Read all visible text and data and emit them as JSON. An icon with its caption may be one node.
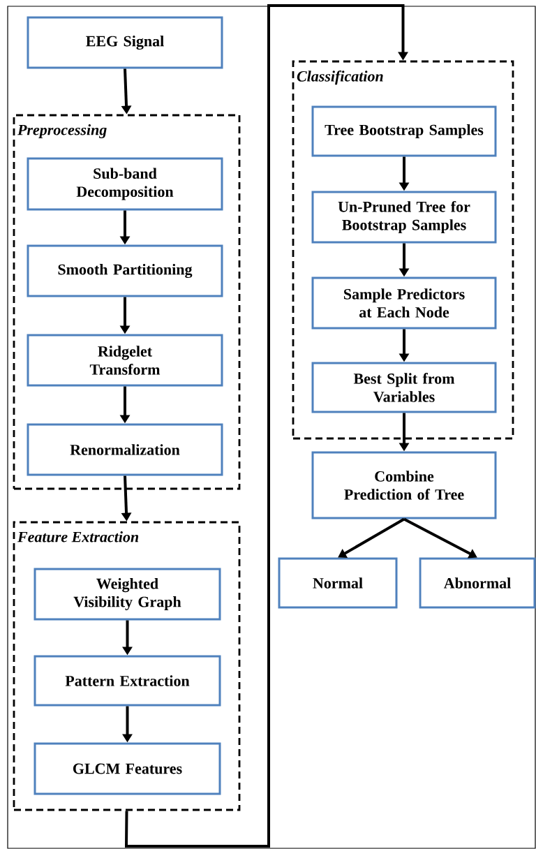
{
  "diagram": {
    "nodes": [
      {
        "text": [
          "EEG Signal"
        ]
      },
      {
        "text": [
          "Preprocessing"
        ]
      },
      {
        "text": [
          "Sub-band Decomposition"
        ],
        "in": 1
      },
      {
        "text": [
          "Smooth Partitioning"
        ],
        "in": 1
      },
      {
        "text": [
          "Ridgelet Transform"
        ],
        "in": 1
      },
      {
        "text": [
          "Renormalization"
        ],
        "in": 1
      },
      {
        "text": [
          "Feature Extraction"
        ]
      },
      {
        "text": [
          "Weighted Visibility Graph"
        ],
        "in": 6
      },
      {
        "text": [
          "Pattern Extraction"
        ],
        "in": 6
      },
      {
        "text": [
          "GLCM Features"
        ],
        "in": 6
      },
      {
        "text": [
          "Classification"
        ]
      },
      {
        "text": [
          "Tree Bootstrap Samples"
        ],
        "in": 10
      },
      {
        "text": [
          "Un-Pruned Tree for Bootstrap Samples"
        ],
        "in": 10
      },
      {
        "text": [
          "Sample Predictors at Each Node"
        ],
        "in": 10
      },
      {
        "text": [
          "Best Split from Variables"
        ],
        "in": 10
      },
      {
        "text": [
          "Combine Prediction of Tree"
        ]
      },
      {
        "text": [
          "Normal"
        ]
      },
      {
        "text": [
          "Abnormal"
        ]
      }
    ],
    "edges": [
      {
        "from": 0,
        "to": 1,
        "arrow": "to"
      },
      {
        "from": 2,
        "to": 3,
        "arrow": "to"
      },
      {
        "from": 3,
        "to": 4,
        "arrow": "to"
      },
      {
        "from": 4,
        "to": 5,
        "arrow": "to"
      },
      {
        "from": 5,
        "to": 6,
        "arrow": "to"
      },
      {
        "from": 7,
        "to": 8,
        "arrow": "to"
      },
      {
        "from": 8,
        "to": 9,
        "arrow": "to"
      },
      {
        "from": 6,
        "to": 10,
        "arrow": "to"
      },
      {
        "from": 11,
        "to": 12,
        "arrow": "to"
      },
      {
        "from": 12,
        "to": 13,
        "arrow": "to"
      },
      {
        "from": 13,
        "to": 14,
        "arrow": "to"
      },
      {
        "from": 14,
        "to": 15,
        "arrow": "to"
      },
      {
        "from": 15,
        "to": 16,
        "arrow": "to"
      },
      {
        "from": 15,
        "to": 17,
        "arrow": "to"
      }
    ]
  }
}
